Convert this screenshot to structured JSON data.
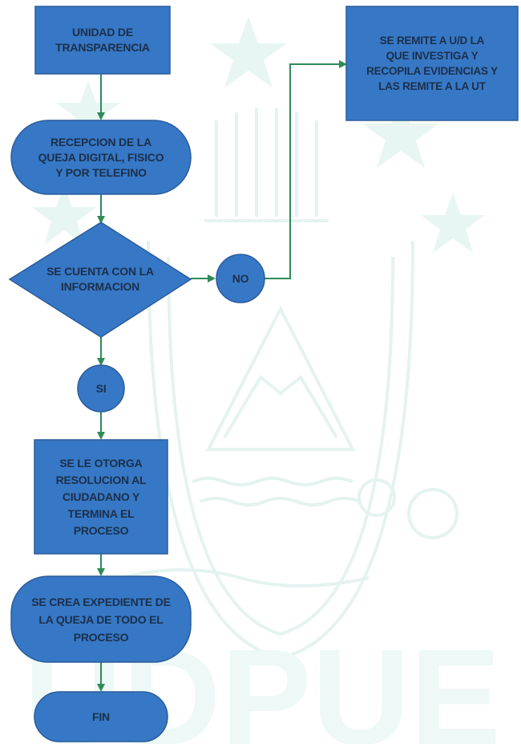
{
  "colors": {
    "node_fill": "#3678c6",
    "node_stroke": "#2a5c9a",
    "arrow": "#2e8b57",
    "watermark": "#e4f3f0",
    "text": "#1c2f4a"
  },
  "nodes": {
    "unidad": "UNIDAD DE\nTRANSPARENCIA",
    "recepcion": "RECEPCION DE LA\nQUEJA DIGITAL, FISICO\nY POR TELEFINO",
    "decision": "SE CUENTA CON LA\nINFORMACION",
    "no": "NO",
    "si": "SI",
    "remite": "SE REMITE A U/D LA\nQUE INVESTIGA Y\nRECOPILA EVIDENCIAS Y\nLAS REMITE A LA UT",
    "resolucion": "SE LE OTORGA\nRESOLUCION AL\nCIUDADANO Y\nTERMINA EL\nPROCESO",
    "expediente": "SE CREA EXPEDIENTE DE\nLA QUEJA DE TODO EL\nPROCESO",
    "fin": "FIN"
  },
  "watermark": {
    "text": "UDPUE"
  }
}
